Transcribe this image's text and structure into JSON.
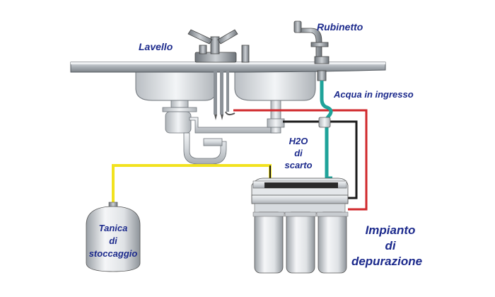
{
  "labels": {
    "sink": "Lavello",
    "faucet": "Rubinetto",
    "water_in": "Acqua in ingresso",
    "drain_line1": "H2O",
    "drain_line2": "di",
    "drain_line3": "scarto",
    "tank_line1": "Tanica",
    "tank_line2": "di",
    "tank_line3": "stoccaggio",
    "system_line1": "Impianto",
    "system_line2": "di",
    "system_line3": "depurazione"
  },
  "colors": {
    "label_text": "#1c2a8c",
    "pipe_red": "#d0282c",
    "pipe_black": "#1a1a1a",
    "pipe_yellow": "#f2e21e",
    "pipe_teal": "#1fa39a",
    "metal": "#9aa0a6"
  },
  "icons": [
    "sink-icon",
    "faucet-icon",
    "storage-tank-icon",
    "filter-unit-icon",
    "drain-trap-icon"
  ]
}
